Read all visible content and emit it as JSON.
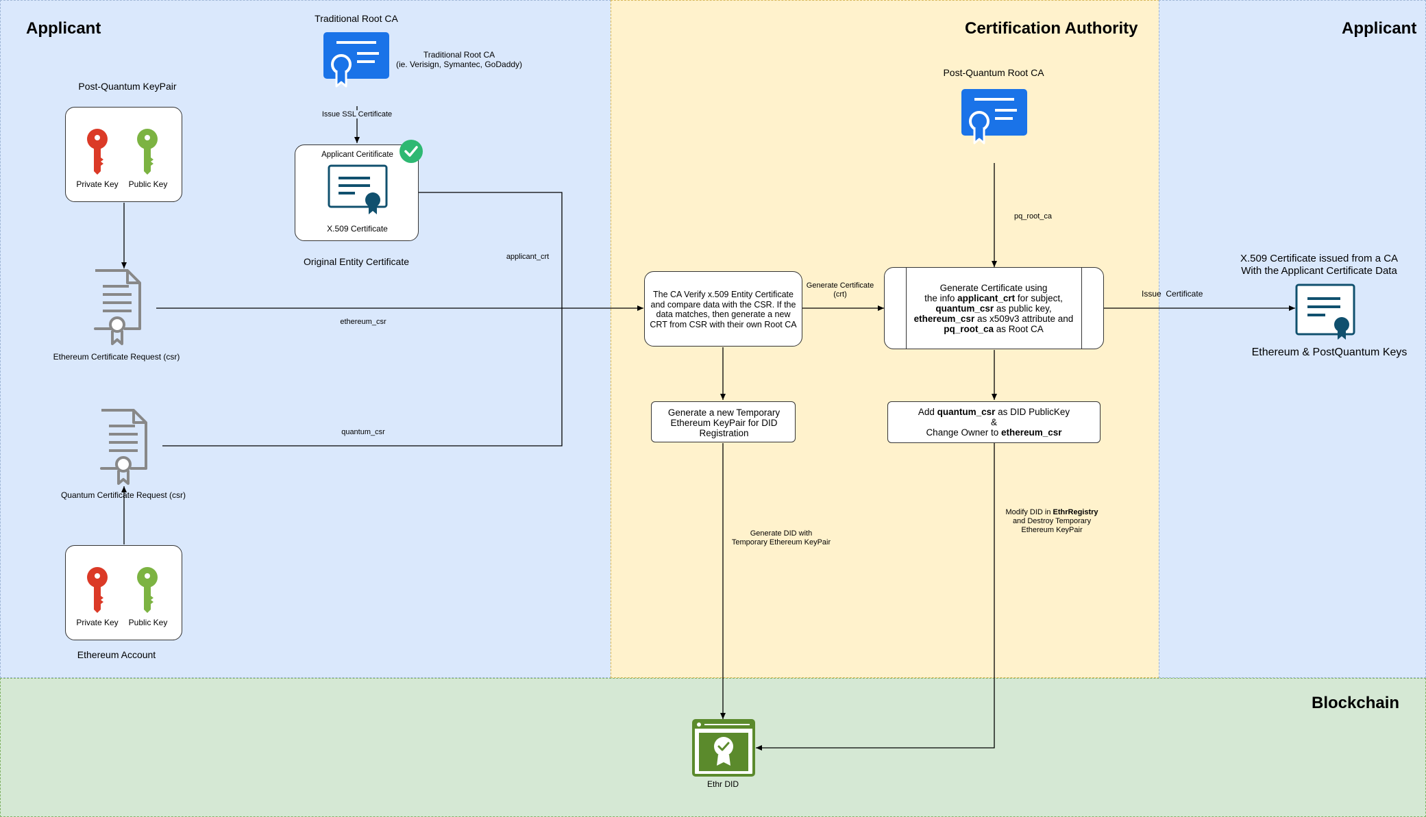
{
  "zones": {
    "applicant_left": "Applicant",
    "ca": "Certification Authority",
    "applicant_right": "Applicant",
    "blockchain": "Blockchain"
  },
  "colors": {
    "applicant_bg": "#dae8fc",
    "ca_bg": "#fff2cc",
    "blockchain_bg": "#d5e8d4",
    "cert_blue": "#1a73e8",
    "cert_dark": "#10506e",
    "key_red": "#db3a27",
    "key_green": "#7cb342",
    "check_green": "#2eb872",
    "did_green": "#5b8a2c"
  },
  "left": {
    "pq_keypair_title": "Post-Quantum KeyPair",
    "pq_private_key": "Private Key",
    "pq_public_key": "Public Key",
    "eth_csr_label": "Ethereum Certificate Request (csr)",
    "quantum_csr_label": "Quantum Certificate Request (csr)",
    "eth_private_key": "Private Key",
    "eth_public_key": "Public Key",
    "eth_account_title": "Ethereum Account"
  },
  "trad": {
    "title": "Traditional Root CA",
    "note_line1": "Traditional Root CA",
    "note_line2": "(ie. Verisign, Symantec, GoDaddy)",
    "issue_label": "Issue SSL Certificate",
    "applicant_cert_title": "Applicant Ceritificate",
    "x509_label": "X.509 Certificate",
    "original_label": "Original Entity Certificate"
  },
  "edges": {
    "applicant_crt": "applicant_crt",
    "ethereum_csr": "ethereum_csr",
    "quantum_csr": "quantum_csr",
    "generate_cert_1": "Generate Certificate",
    "generate_cert_2": "(crt)",
    "pq_root_ca": "pq_root_ca",
    "issue_certificate": "Issue  Certificate",
    "generate_did_1": "Generate DID with",
    "generate_did_2": "Temporary Ethereum KeyPair",
    "modify_did_1_pre": "Modify DID in ",
    "modify_did_1_bold": "EthrRegistry",
    "modify_did_2": "and Destroy Temporary",
    "modify_did_3": "Ethereum KeyPair"
  },
  "ca": {
    "pq_root_title": "Post-Quantum Root CA",
    "verify_text": "The CA Verify x.509 Entity Certificate and compare data with the CSR. If the data matches, then generate a new CRT from CSR with their own Root CA",
    "gen_line1": "Generate Certificate using",
    "gen_line2_pre": "the info ",
    "gen_line2_bold": "applicant_crt",
    "gen_line2_post": " for subject,",
    "gen_line3_bold": "quantum_csr",
    "gen_line3_post": " as public key,",
    "gen_line4_bold": "ethereum_csr",
    "gen_line4_post": " as x509v3 attribute and",
    "gen_line5_bold": "pq_root_ca",
    "gen_line5_post": " as Root CA",
    "temp_keypair_text": "Generate a new Temporary Ethereum KeyPair for DID Registration",
    "add_line1_pre": "Add ",
    "add_line1_bold": "quantum_csr",
    "add_line1_post": " as DID PublicKey",
    "add_line2": "&",
    "add_line3_pre": "Change Owner to ",
    "add_line3_bold": "ethereum_csr"
  },
  "right": {
    "issued_line1": "X.509 Certificate issued from a CA",
    "issued_line2": "With the Applicant Certificate Data",
    "keys_label": "Ethereum & PostQuantum Keys"
  },
  "blockchain": {
    "did_label": "Ethr DID"
  }
}
